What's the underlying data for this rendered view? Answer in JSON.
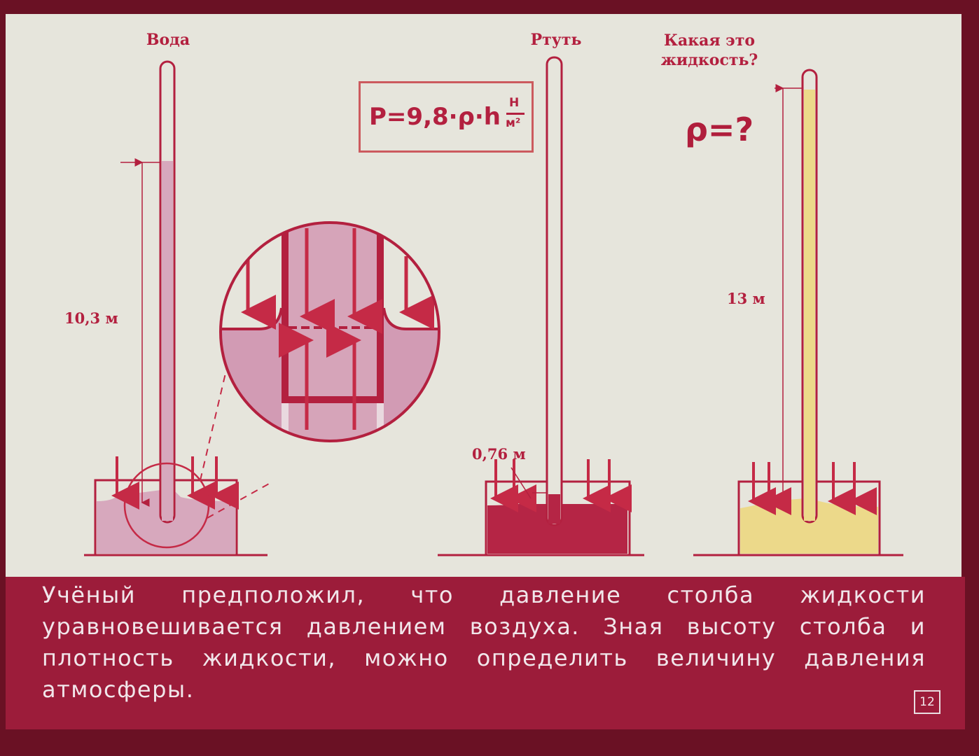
{
  "labels": {
    "water": "Вода",
    "mercury": "Ртуть",
    "unknown": "Какая это жидкость?",
    "water_height": "10,3 м",
    "mercury_height": "0,76 м",
    "unknown_height": "13 м",
    "density_unknown": "ρ=?"
  },
  "formula": {
    "lhs": "P=9,8·ρ·h",
    "unit_num": "Н",
    "unit_den": "м²"
  },
  "caption": "Учёный предположил, что давление столба жидкости уравновешивается давлением воздуха. Зная высоту столба и плотность жидкости, можно определить величину давления атмосферы.",
  "page_number": "12",
  "colors": {
    "ink": "#b3203f",
    "background": "#e6e5dc",
    "water": "#d7a8bd",
    "mercury": "#b52545",
    "unknown_liquid": "#ecd98a",
    "caption_bg": "#9c1c3a"
  }
}
